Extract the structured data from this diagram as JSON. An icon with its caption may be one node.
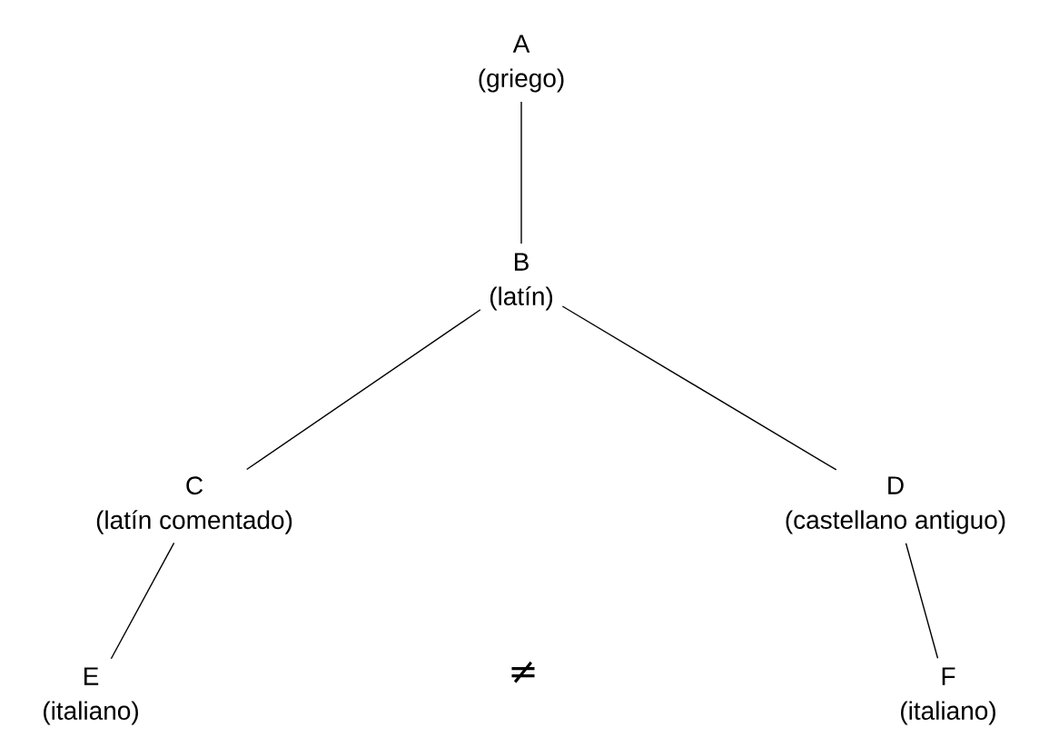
{
  "diagram": {
    "nodes": [
      {
        "text": [
          "A",
          "(griego)"
        ]
      },
      {
        "text": [
          "B",
          "(latín)"
        ]
      },
      {
        "text": [
          "C",
          "(latín comentado)"
        ]
      },
      {
        "text": [
          "D",
          "(castellano antiguo)"
        ]
      },
      {
        "text": [
          "E",
          "(italiano)"
        ]
      },
      {
        "text": [
          "F",
          "(italiano)"
        ]
      }
    ],
    "edges": [
      {
        "from": 0,
        "to": 1,
        "arrow": "none"
      },
      {
        "from": 1,
        "to": 2,
        "arrow": "none"
      },
      {
        "from": 1,
        "to": 3,
        "arrow": "none"
      },
      {
        "from": 2,
        "to": 4,
        "arrow": "none"
      },
      {
        "from": 3,
        "to": 5,
        "arrow": "none"
      }
    ],
    "labels": [
      "≠"
    ]
  }
}
